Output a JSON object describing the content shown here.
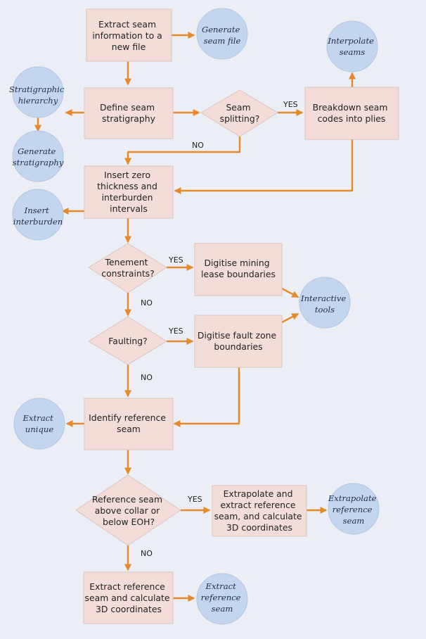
{
  "accent_color": "#e58a2c",
  "process_fill": "#f4dcd8",
  "tool_fill": "#c3d6ee",
  "processes": {
    "extract_seam_info": [
      "Extract seam",
      "information to a",
      "new file"
    ],
    "define_seam_stratigraphy": [
      "Define seam",
      "stratigraphy"
    ],
    "breakdown_seam_codes": [
      "Breakdown seam",
      "codes into plies"
    ],
    "insert_zero_thickness": [
      "Insert zero",
      "thickness and",
      "interburden",
      "intervals"
    ],
    "digitise_mining_lease": [
      "Digitise mining",
      "lease boundaries"
    ],
    "digitise_fault_zone": [
      "Digitise fault zone",
      "boundaries"
    ],
    "identify_reference_seam": [
      "Identify reference",
      "seam"
    ],
    "extrapolate_extract_reference": [
      "Extrapolate and",
      "extract reference",
      "seam, and calculate",
      "3D coordinates"
    ],
    "extract_reference_calc": [
      "Extract reference",
      "seam and calculate",
      "3D coordinates"
    ]
  },
  "decisions": {
    "seam_splitting": [
      "Seam",
      "splitting?"
    ],
    "tenement_constraints": [
      "Tenement",
      "constraints?"
    ],
    "faulting": [
      "Faulting?"
    ],
    "reference_seam_above": [
      "Reference seam",
      "above collar or",
      "below EOH?"
    ]
  },
  "tools": {
    "generate_seam_file": [
      "Generate",
      "seam file"
    ],
    "interpolate_seams": [
      "Interpolate",
      "seams"
    ],
    "stratigraphic_hierarchy": [
      "Stratigraphic",
      "hierarchy"
    ],
    "generate_stratigraphy": [
      "Generate",
      "stratigraphy"
    ],
    "insert_interburden": [
      "Insert",
      "interburden"
    ],
    "interactive_tools": [
      "Interactive",
      "tools"
    ],
    "extract_unique": [
      "Extract",
      "unique"
    ],
    "extrapolate_reference_seam": [
      "Extrapolate",
      "reference",
      "seam"
    ],
    "extract_reference_seam": [
      "Extract",
      "reference",
      "seam"
    ]
  },
  "edge_labels": {
    "seam_splitting_yes": "YES",
    "seam_splitting_no": "NO",
    "tenement_yes": "YES",
    "tenement_no": "NO",
    "faulting_yes": "YES",
    "faulting_no": "NO",
    "reference_yes": "YES",
    "reference_no": "NO"
  }
}
